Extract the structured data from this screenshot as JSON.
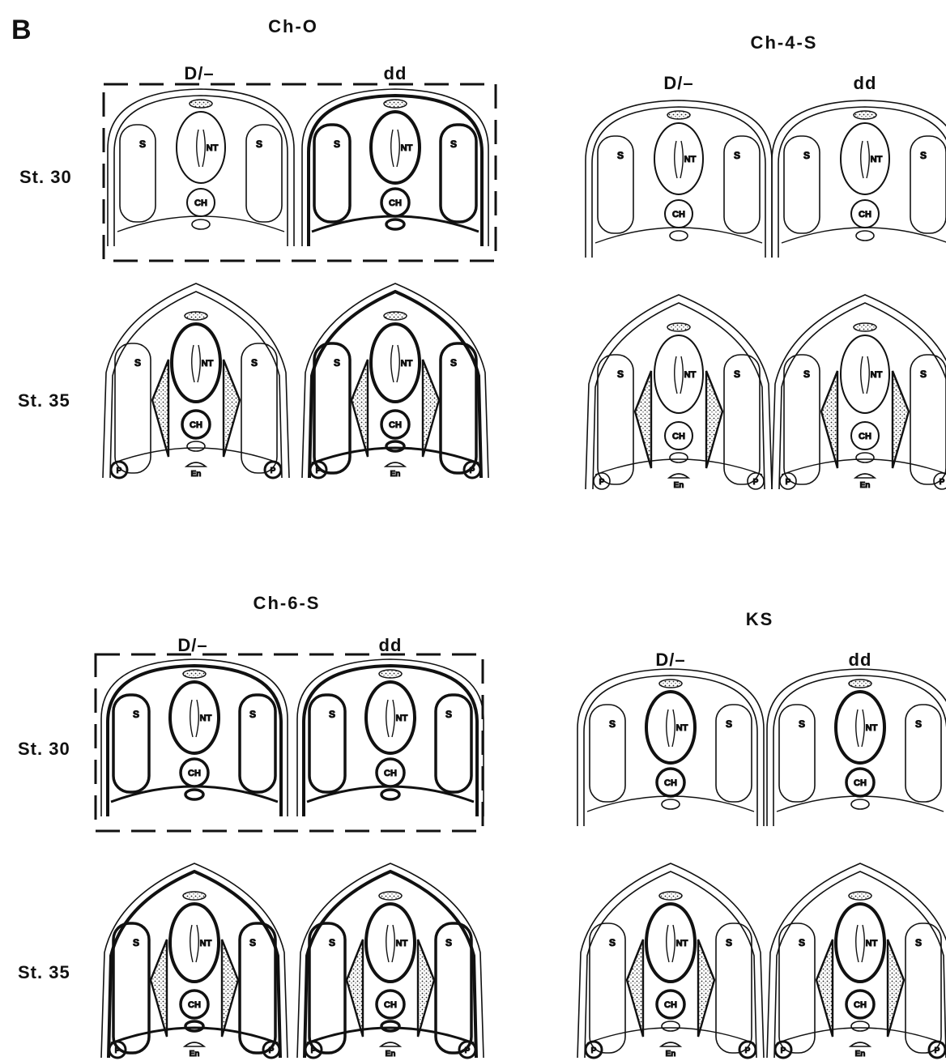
{
  "figure": {
    "panel_label": "B",
    "panels": [
      {
        "id": "ch0",
        "title": "Ch-O",
        "genotypes": [
          "D/–",
          "dd"
        ],
        "stages": [
          "St. 30",
          "St. 35"
        ]
      },
      {
        "id": "ch4s",
        "title": "Ch-4-S",
        "genotypes": [
          "D/–",
          "dd"
        ]
      },
      {
        "id": "ch6s",
        "title": "Ch-6-S",
        "genotypes": [
          "D/–",
          "dd"
        ],
        "stages": [
          "St. 30",
          "St. 35"
        ]
      },
      {
        "id": "ks",
        "title": "KS",
        "genotypes": [
          "D/–",
          "dd"
        ]
      }
    ],
    "section_labels": {
      "notochord": "CH",
      "neural_tube": "NT",
      "somite": "S",
      "pronephros": "P",
      "endoderm": "En"
    }
  }
}
